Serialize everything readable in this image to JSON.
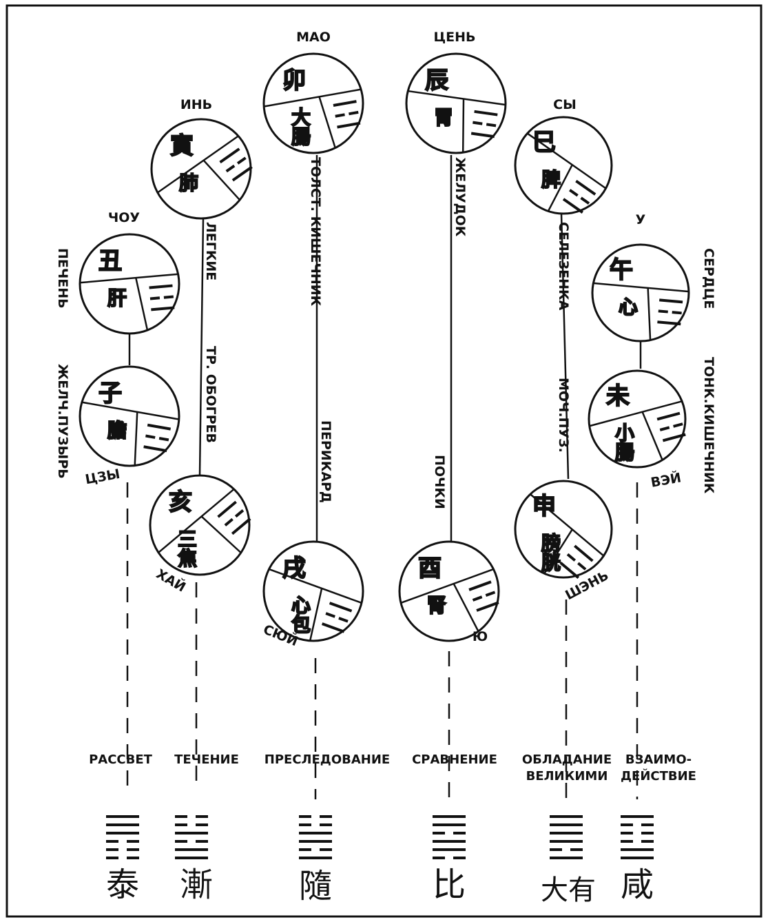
{
  "nodes": [
    {
      "id": "mao",
      "name": "МАО",
      "organ": "ТОЛСТ. КИШЕЧНИК",
      "glyphs": [
        "卯",
        "大",
        "腸"
      ]
    },
    {
      "id": "chen",
      "name": "ЦЕНЬ",
      "organ": "ЖЕЛУДОК",
      "glyphs": [
        "辰",
        "胃"
      ]
    },
    {
      "id": "yin",
      "name": "ИНЬ",
      "organ": "ЛЕГКИЕ",
      "glyphs": [
        "寅",
        "肺"
      ]
    },
    {
      "id": "sy",
      "name": "СЫ",
      "organ": "СЕЛЕЗЕНКА",
      "glyphs": [
        "巳",
        "脾"
      ]
    },
    {
      "id": "chou",
      "name": "ЧОУ",
      "organ": "ПЕЧЕНЬ",
      "glyphs": [
        "丑",
        "肝"
      ]
    },
    {
      "id": "u",
      "name": "У",
      "organ": "СЕРДЦЕ",
      "glyphs": [
        "午",
        "心"
      ]
    },
    {
      "id": "tszy",
      "name": "ЦЗЫ",
      "organ": "ЖЕЛЧ.ПУЗЫРЬ",
      "glyphs": [
        "子",
        "膽"
      ]
    },
    {
      "id": "vei",
      "name": "ВЭЙ",
      "organ": "ТОНК.КИШЕЧНИК",
      "glyphs": [
        "未",
        "小",
        "腸"
      ]
    },
    {
      "id": "hai",
      "name": "ХАЙ",
      "organ": "ТР. ОБОГРЕВ",
      "glyphs": [
        "亥",
        "三",
        "焦"
      ]
    },
    {
      "id": "shen",
      "name": "ШЭНЬ",
      "organ": "МОЧ.ПУЗ.",
      "glyphs": [
        "申",
        "膀",
        "胱"
      ]
    },
    {
      "id": "syui",
      "name": "СЮЙ",
      "organ": "ПЕРИКАРД",
      "glyphs": [
        "戌",
        "心",
        "包"
      ]
    },
    {
      "id": "yu",
      "name": "Ю",
      "organ": "ПОЧКИ",
      "glyphs": [
        "酉",
        "腎"
      ]
    }
  ],
  "hexagrams": [
    {
      "label": "РАССВЕТ",
      "char": "泰"
    },
    {
      "label": "ТЕЧЕНИЕ",
      "char": "漸"
    },
    {
      "label": "ПРЕСЛЕДОВАНИЕ",
      "char": "隨"
    },
    {
      "label": "СРАВНЕНИЕ",
      "char": "比"
    },
    {
      "label_line1": "ОБЛАДАНИЕ",
      "label_line2": "ВЕЛИКИМИ",
      "char": "大有"
    },
    {
      "label_line1": "ВЗАИМО-",
      "label_line2": "ДЕЙСТВИЕ",
      "char": "咸"
    }
  ]
}
